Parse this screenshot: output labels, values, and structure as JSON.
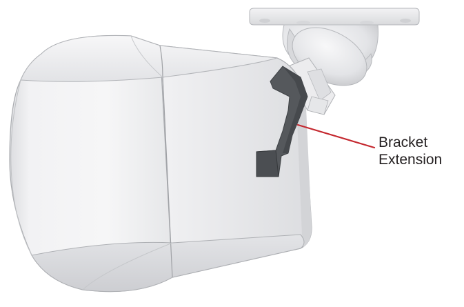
{
  "callout": {
    "line1": "Bracket",
    "line2": "Extension",
    "leader_color": "#c4272e",
    "target": "bracket-extension"
  },
  "colors": {
    "housing_light": "#f4f4f5",
    "housing_mid": "#e4e5e7",
    "housing_shadow": "#cfd0d3",
    "outline": "#a9abaf",
    "bracket": "#55585c",
    "bracket_dark": "#3d4044",
    "label_text": "#231f20"
  }
}
